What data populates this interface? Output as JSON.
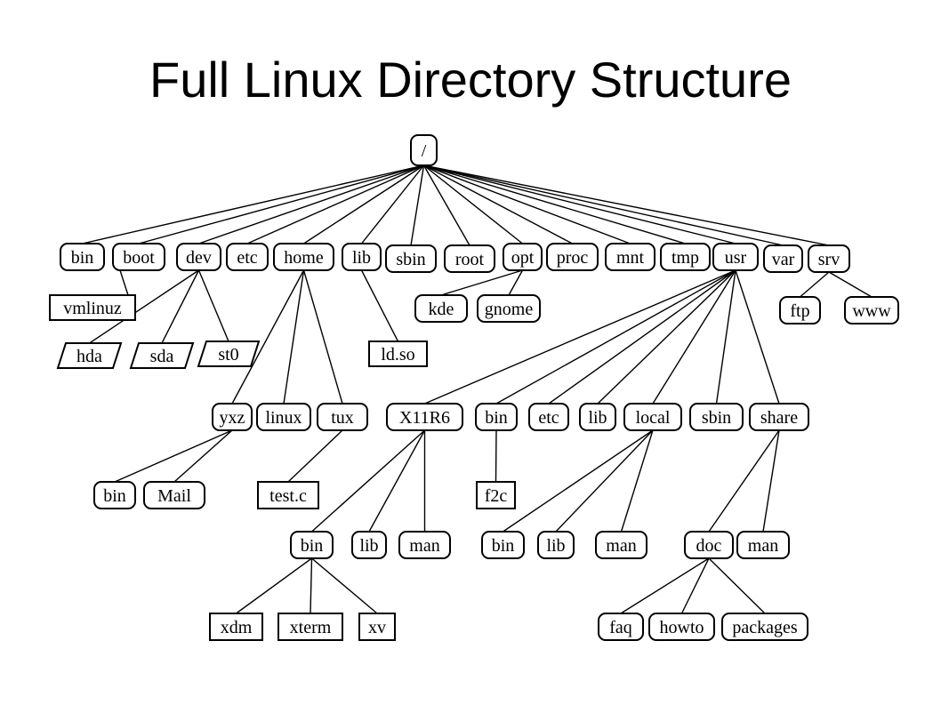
{
  "title": "Full Linux Directory Structure",
  "nodes": {
    "root": "/",
    "bin": "bin",
    "boot": "boot",
    "dev": "dev",
    "etc": "etc",
    "home": "home",
    "lib": "lib",
    "sbin": "sbin",
    "rootdir": "root",
    "opt": "opt",
    "proc": "proc",
    "mnt": "mnt",
    "tmp": "tmp",
    "usr": "usr",
    "var": "var",
    "srv": "srv",
    "vmlinuz": "vmlinuz",
    "hda": "hda",
    "sda": "sda",
    "st0": "st0",
    "ldso": "ld.so",
    "kde": "kde",
    "gnome": "gnome",
    "ftp": "ftp",
    "www": "www",
    "yxz": "yxz",
    "linux": "linux",
    "tux": "tux",
    "yxz_bin": "bin",
    "mail": "Mail",
    "testc": "test.c",
    "x11r6": "X11R6",
    "usr_bin": "bin",
    "usr_etc": "etc",
    "usr_lib": "lib",
    "local": "local",
    "usr_sbin": "sbin",
    "share": "share",
    "f2c": "f2c",
    "x_bin": "bin",
    "x_lib": "lib",
    "x_man": "man",
    "l_bin": "bin",
    "l_lib": "lib",
    "l_man": "man",
    "doc": "doc",
    "s_man": "man",
    "xdm": "xdm",
    "xterm": "xterm",
    "xv": "xv",
    "faq": "faq",
    "howto": "howto",
    "packages": "packages"
  }
}
